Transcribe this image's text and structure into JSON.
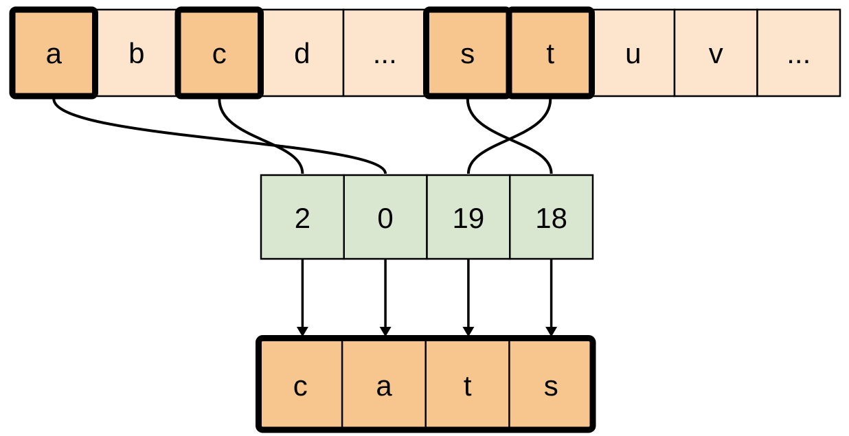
{
  "diagram": {
    "description": "Characters mapped to alphabet indices, decoded into the word cats"
  },
  "top_row": {
    "cells": [
      {
        "label": "a",
        "highlighted": true
      },
      {
        "label": "b",
        "highlighted": false
      },
      {
        "label": "c",
        "highlighted": true
      },
      {
        "label": "d",
        "highlighted": false
      },
      {
        "label": "...",
        "highlighted": false
      },
      {
        "label": "s",
        "highlighted": true
      },
      {
        "label": "t",
        "highlighted": true
      },
      {
        "label": "u",
        "highlighted": false
      },
      {
        "label": "v",
        "highlighted": false
      },
      {
        "label": "...",
        "highlighted": false
      }
    ]
  },
  "index_row": {
    "cells": [
      {
        "label": "2"
      },
      {
        "label": "0"
      },
      {
        "label": "19"
      },
      {
        "label": "18"
      }
    ]
  },
  "output_row": {
    "word": "cats",
    "cells": [
      {
        "label": "c"
      },
      {
        "label": "a"
      },
      {
        "label": "t"
      },
      {
        "label": "s"
      }
    ]
  },
  "connections": [
    {
      "from_letter": "a",
      "to_index": "0"
    },
    {
      "from_letter": "c",
      "to_index": "2"
    },
    {
      "from_letter": "s",
      "to_index": "18"
    },
    {
      "from_letter": "t",
      "to_index": "19"
    }
  ],
  "colors": {
    "highlight_fill": "#f7c68e",
    "plain_fill": "#fce5cc",
    "index_fill": "#d9e7d0",
    "line_color": "#000000"
  }
}
